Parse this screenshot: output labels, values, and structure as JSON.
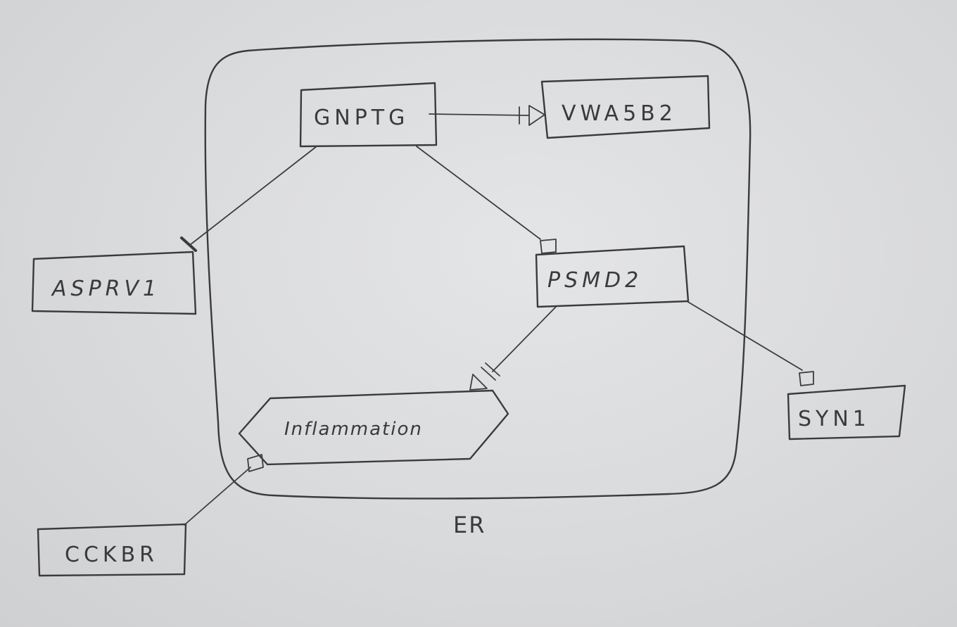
{
  "diagram": {
    "compartment": {
      "label": "ER"
    },
    "nodes": {
      "gnptg": "GNPTG",
      "vwa5b2": "VWA5B2",
      "asprv1": "ASPRV1",
      "psmd2": "PSMD2",
      "syn1": "SYN1",
      "inflammation": "Inflammation",
      "cckbr": "CCKBR"
    },
    "edges": [
      {
        "from": "GNPTG",
        "to": "VWA5B2",
        "type": "necessary-stimulation"
      },
      {
        "from": "GNPTG",
        "to": "ASPRV1",
        "type": "inhibition"
      },
      {
        "from": "GNPTG",
        "to": "PSMD2",
        "type": "modulation"
      },
      {
        "from": "PSMD2",
        "to": "Inflammation",
        "type": "necessary-stimulation"
      },
      {
        "from": "PSMD2",
        "to": "SYN1",
        "type": "modulation"
      },
      {
        "from": "CCKBR",
        "to": "Inflammation",
        "type": "modulation"
      }
    ]
  }
}
